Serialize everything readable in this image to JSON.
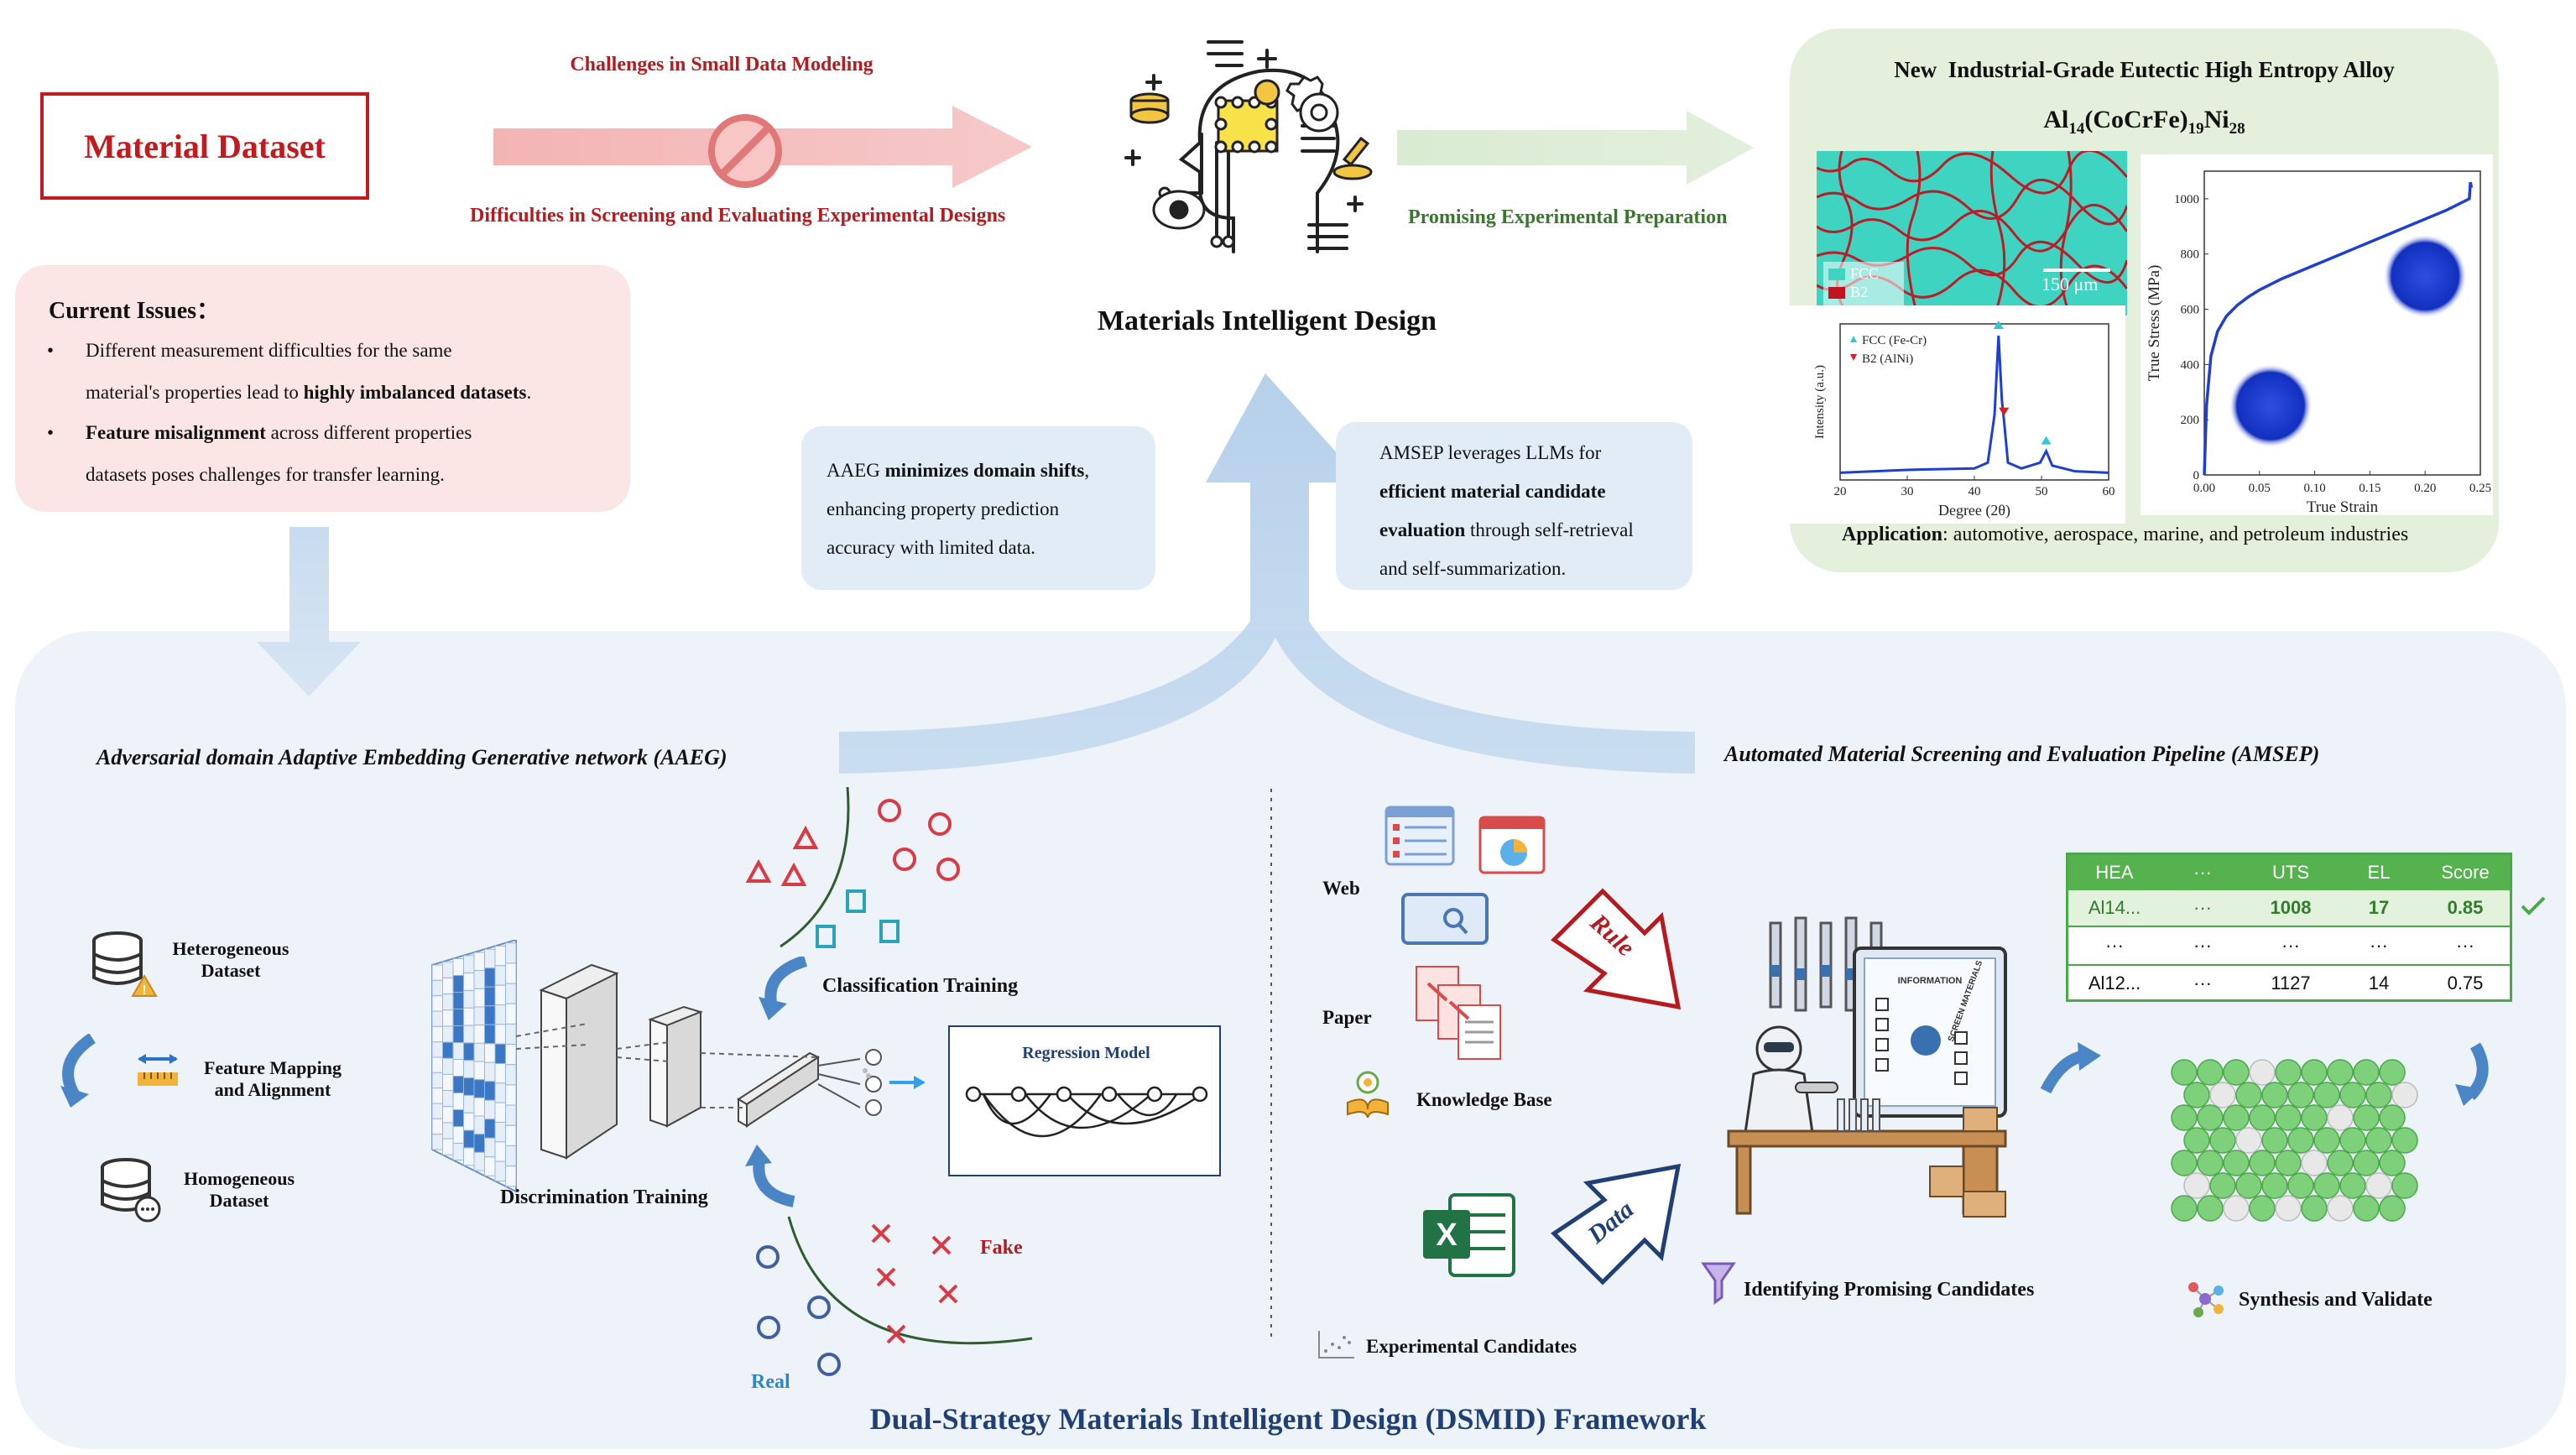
{
  "top": {
    "material_dataset": "Material Dataset",
    "challenge1": "Challenges in Small Data Modeling",
    "challenge2": "Difficulties in Screening and Evaluating Experimental Designs",
    "materials_design": "Materials Intelligent Design",
    "promising_prep": "Promising Experimental Preparation"
  },
  "alloy": {
    "heading": "New  Industrial-Grade Eutectic High Entropy Alloy",
    "formula_parts": [
      "Al",
      "14",
      "(CoCrFe)",
      "19",
      "Ni",
      "28"
    ],
    "micro_legend": [
      "FCC",
      "B2"
    ],
    "scale_bar": "150 μm",
    "xrd_legend": [
      "FCC (Fe-Cr)",
      "B2 (AlNi)"
    ],
    "application_label": "Application",
    "application_text": ": automotive, aerospace, marine, and petroleum industries"
  },
  "issues": {
    "title": "Current Issues：",
    "item1_a": "Different measurement difficulties for the same",
    "item1_b": "material's properties lead to ",
    "item1_bold": "highly imbalanced datasets",
    "item1_end": ".",
    "item2_bold": "Feature misalignment",
    "item2_a": " across different properties",
    "item2_b": "datasets poses challenges for transfer learning."
  },
  "aaeg_note": {
    "line1_a": "AAEG ",
    "line1_bold": "minimizes domain shifts",
    "line1_end": ",",
    "line2": "enhancing property prediction",
    "line3": "accuracy with limited data."
  },
  "amsep_note": {
    "line1": "AMSEP leverages LLMs for",
    "line2_bold": "efficient material candidate",
    "line3_bold": "evaluation",
    "line3_rest": " through self-retrieval",
    "line4": "and self-summarization."
  },
  "aaeg": {
    "title": "Adversarial domain Adaptive Embedding Generative network (AAEG)",
    "heterogeneous": "Heterogeneous\nDataset",
    "feature_mapping": "Feature Mapping\nand Alignment",
    "homogeneous": "Homogeneous\nDataset",
    "classification": "Classification Training",
    "discrimination": "Discrimination Training",
    "regression": "Regression Model",
    "fake": "Fake",
    "real": "Real"
  },
  "amsep": {
    "title": "Automated Material Screening and Evaluation Pipeline (AMSEP)",
    "web": "Web",
    "paper": "Paper",
    "kb": "Knowledge Base",
    "experimental": "Experimental Candidates",
    "rule": "Rule",
    "data": "Data",
    "info_screen": "INFORMATION",
    "screen_materials": "SCREEN MATERIALS",
    "identifying": "Identifying Promising Candidates",
    "synthesis": "Synthesis and Validate",
    "table": {
      "headers": [
        "HEA",
        "···",
        "UTS",
        "EL",
        "Score"
      ],
      "rows": [
        [
          "Al14...",
          "···",
          "1008",
          "17",
          "0.85"
        ],
        [
          "···",
          "···",
          "···",
          "···",
          "···"
        ],
        [
          "Al12...",
          "···",
          "1127",
          "14",
          "0.75"
        ]
      ]
    }
  },
  "framework_title": "Dual-Strategy Materials Intelligent Design (DSMID) Framework",
  "chart_data": [
    {
      "type": "line",
      "title": "",
      "xlabel": "Degree (2θ)",
      "ylabel": "Intensity (a.u.)",
      "xlim": [
        20,
        60
      ],
      "xticks": [
        "20",
        "30",
        "40",
        "50",
        "60"
      ],
      "series": [
        {
          "name": "FCC (Fe-Cr)",
          "peaks": [
            43.6,
            50.7
          ]
        },
        {
          "name": "B2 (AlNi)",
          "peaks": [
            44.4
          ]
        }
      ],
      "x": [
        20,
        30,
        40,
        42,
        43,
        43.6,
        44.1,
        44.4,
        45,
        47,
        49.8,
        50.7,
        51.6,
        55,
        60
      ],
      "values": [
        0.05,
        0.07,
        0.08,
        0.12,
        0.45,
        1.0,
        0.55,
        0.42,
        0.12,
        0.08,
        0.12,
        0.2,
        0.1,
        0.06,
        0.05
      ]
    },
    {
      "type": "line",
      "title": "",
      "xlabel": "True Strain",
      "ylabel": "True Stress (MPa)",
      "xlim": [
        0,
        0.25
      ],
      "ylim": [
        0,
        1100
      ],
      "xticks": [
        "0.00",
        "0.05",
        "0.10",
        "0.15",
        "0.20",
        "0.25"
      ],
      "yticks": [
        "0",
        "200",
        "400",
        "600",
        "800",
        "1000"
      ],
      "x": [
        0,
        0.002,
        0.006,
        0.012,
        0.02,
        0.03,
        0.04,
        0.05,
        0.07,
        0.1,
        0.13,
        0.16,
        0.19,
        0.22,
        0.24,
        0.241,
        0.242
      ],
      "values": [
        0,
        250,
        430,
        520,
        575,
        615,
        645,
        670,
        710,
        760,
        810,
        860,
        910,
        960,
        1000,
        1060,
        1040
      ]
    }
  ]
}
